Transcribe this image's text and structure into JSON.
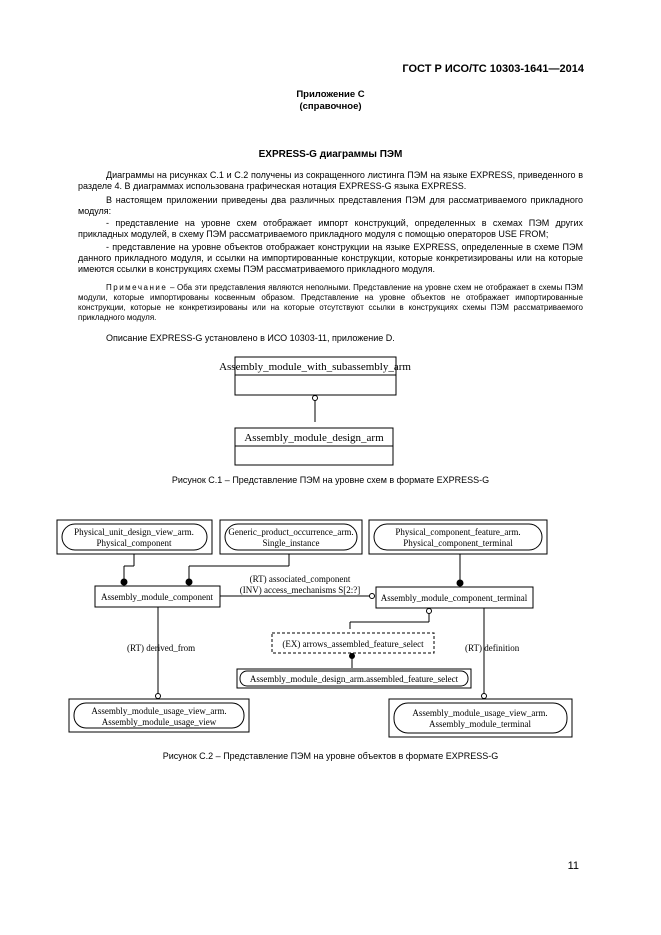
{
  "header": {
    "standard": "ГОСТ Р ИСО/ТС 10303-1641—2014"
  },
  "annex": {
    "title": "Приложение С",
    "subtitle": "(справочное)"
  },
  "section": {
    "heading": "EXPRESS-G диаграммы ПЭМ"
  },
  "paragraphs": {
    "p1": "Диаграммы на рисунках С.1 и С.2 получены из сокращенного листинга ПЭМ на языке EXPRESS, приведенного в разделе 4. В диаграммах использована графическая нотация EXPRESS-G языка EXPRESS.",
    "p2": "В настоящем приложении приведены два различных представления ПЭМ для рассматриваемого прикладного модуля:",
    "p3": "-        представление на уровне схем отображает импорт конструкций, определенных в схемах ПЭМ других прикладных модулей, в схему ПЭМ рассматриваемого прикладного модуля с помощью операторов USE FROM;",
    "p4": "-        представление на уровне объектов отображает конструкции на языке EXPRESS, определенные в схеме ПЭМ данного прикладного модуля, и ссылки на импортированные конструкции, которые конкретизированы или на которые имеются ссылки в конструкциях схемы ПЭМ рассматриваемого прикладного модуля.",
    "note_label": "Примечание",
    "note_text": " – Оба эти представления являются неполными. Представление на уровне схем не отображает в схемы ПЭМ модули, которые импортированы косвенным образом. Представление на уровне объектов не отображает импортированные конструкции, которые не конкретизированы или на которые отсутствуют ссылки в конструкциях схемы ПЭМ рассматриваемого прикладного модуля.",
    "p5": "Описание EXPRESS-G установлено в ИСО 10303-11, приложение D."
  },
  "figure1": {
    "top_schema": "Assembly_module_with_subassembly_arm",
    "bottom_schema": "Assembly_module_design_arm",
    "caption": "Рисунок С.1 –  Представление ПЭМ на уровне схем в формате EXPRESS-G"
  },
  "figure2": {
    "ref_physical_unit_1": "Physical_unit_design_view_arm.",
    "ref_physical_unit_2": "Physical_component",
    "ref_generic_1": "Generic_product_occurrence_arm.",
    "ref_generic_2": "Single_instance",
    "ref_feature_1": "Physical_component_feature_arm.",
    "ref_feature_2": "Physical_component_terminal",
    "entity_component": "Assembly_module_component",
    "entity_terminal": "Assembly_module_component_terminal",
    "attr_assoc_1": "(RT) associated_component",
    "attr_assoc_2": "(INV) access_mechanisms S[2:?]",
    "attr_derived": "(RT) derived_from",
    "attr_definition": "(RT) definition",
    "attr_ex": "(EX) arrows_assembled_feature_select",
    "select_type": "Assembly_module_design_arm.assembled_feature_select",
    "ref_usage_view_1": "Assembly_module_usage_view_arm.",
    "ref_usage_view_2": "Assembly_module_usage_view",
    "ref_terminal_1": "Assembly_module_usage_view_arm.",
    "ref_terminal_2": "Assembly_module_terminal",
    "caption": "Рисунок С.2 –  Представление ПЭМ на уровне объектов в формате EXPRESS-G"
  },
  "footer": {
    "page_number": "11"
  }
}
